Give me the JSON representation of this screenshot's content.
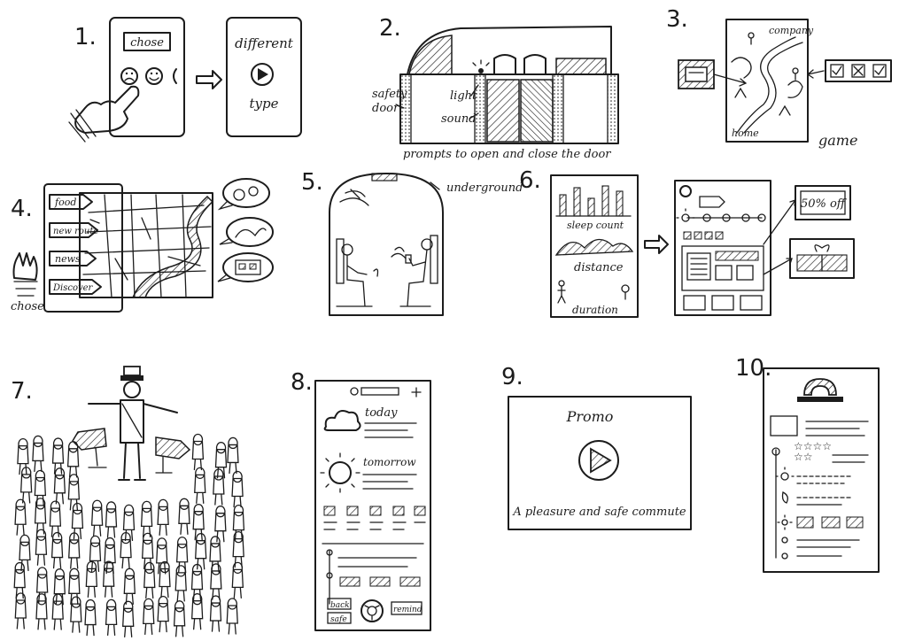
{
  "numbers": [
    "1.",
    "2.",
    "3.",
    "4.",
    "5.",
    "6.",
    "7.",
    "8.",
    "9.",
    "10."
  ],
  "p1": {
    "chose": "chose",
    "different": "different",
    "type": "type"
  },
  "p2": {
    "safety": "safety",
    "door": "door",
    "light": "light",
    "sound": "sound",
    "prompts": "prompts to open and close the door"
  },
  "p3": {
    "company": "company",
    "home": "home",
    "game": "game"
  },
  "p4": {
    "food": "food",
    "new_route": "new route",
    "news": "news",
    "discover": "Discover",
    "chose": "chose"
  },
  "p5": {
    "underground": "underground"
  },
  "p6": {
    "sleep_count": "sleep count",
    "distance": "distance",
    "duration": "duration",
    "off": "50% off"
  },
  "p8": {
    "today": "today",
    "tomorrow": "tomorrow",
    "back": "back",
    "safe": "safe",
    "remind": "remind"
  },
  "p9": {
    "promo": "Promo",
    "tagline": "A pleasure and safe commute"
  }
}
